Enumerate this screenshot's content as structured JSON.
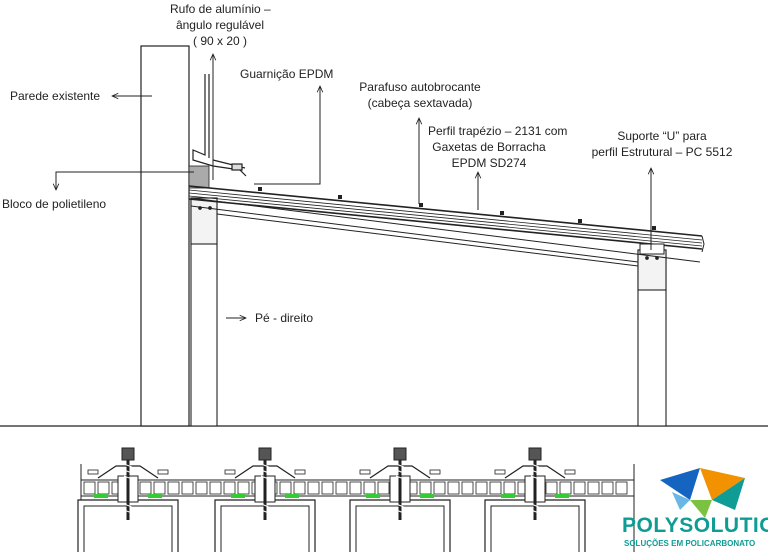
{
  "labels": {
    "rufo": [
      "Rufo de alumínio –",
      "ângulo regulável",
      "( 90 x 20 )"
    ],
    "parede": "Parede existente",
    "guarnicao": "Guarnição  EPDM",
    "parafuso": [
      "Parafuso  autobrocante",
      "(cabeça sextavada)"
    ],
    "perfil": [
      "Perfil trapézio – 2131 com",
      "Gaxetas  de Borracha",
      "EPDM  SD274"
    ],
    "suporte": [
      "Suporte “U” para",
      "perfil Estrutural – PC  5512"
    ],
    "bloco": "Bloco  de polietileno",
    "pe_direito": "Pé - direito"
  },
  "logo": {
    "name": "POLYSOLUTION",
    "tagline": "SOLUÇÕES EM POLICARBONATO"
  },
  "colors": {
    "line": "#222222",
    "gasket": "#33cc33",
    "logo_teal": "#0e9c94",
    "logo_blue": "#1565c0",
    "logo_orange": "#f39200",
    "logo_green": "#7cc242"
  }
}
